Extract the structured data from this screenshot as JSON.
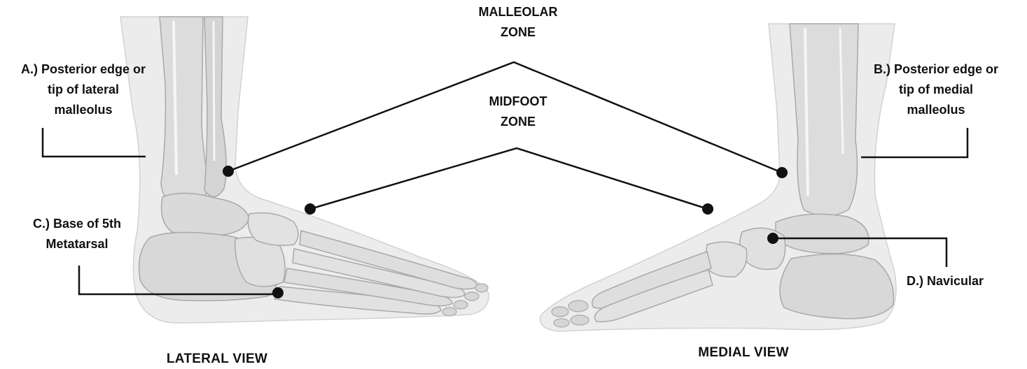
{
  "zones": {
    "malleolar": [
      "MALLEOLAR",
      "ZONE"
    ],
    "midfoot": [
      "MIDFOOT",
      "ZONE"
    ]
  },
  "labels": {
    "a": [
      "A.) Posterior edge or",
      "tip of lateral",
      "malleolus"
    ],
    "b": [
      "B.) Posterior edge or",
      "tip of medial",
      "malleolus"
    ],
    "c": [
      "C.) Base of 5th",
      "Metatarsal"
    ],
    "d": "D.) Navicular"
  },
  "views": {
    "lateral": "LATERAL VIEW",
    "medial": "MEDIAL VIEW"
  },
  "colors": {
    "skin": "#ececec",
    "skin_outline": "#d2d2d2",
    "bone": "#dcdcdc",
    "bone_outline": "#a9a9a9",
    "bone_highlight": "#f6f6f6",
    "line": "#111111"
  }
}
